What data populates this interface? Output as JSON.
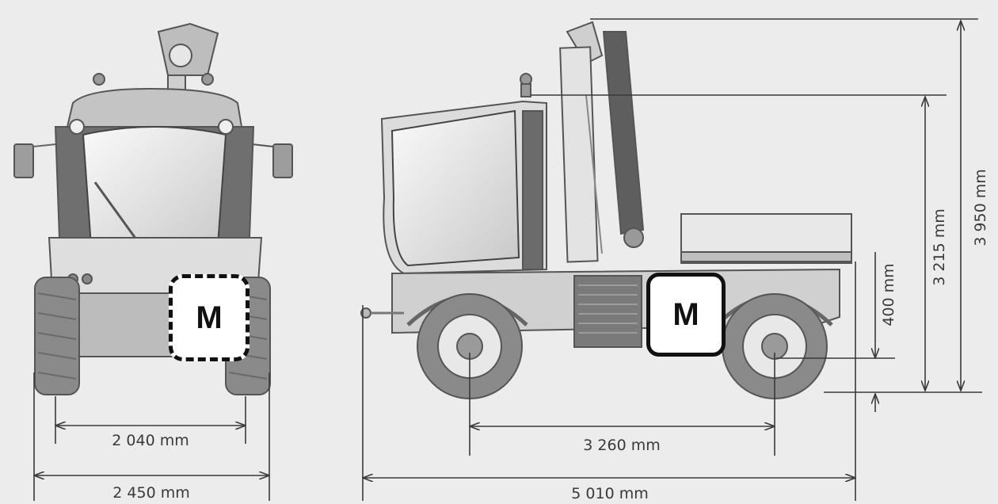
{
  "dimensions": {
    "front_track": "2 040 mm",
    "front_width": "2 450 mm",
    "wheelbase": "3 260 mm",
    "overall_length": "5 010 mm",
    "clearance": "400 mm",
    "cab_height": "3 215 mm",
    "crane_height": "3 950 mm"
  },
  "markers": {
    "front_marker": "M",
    "side_marker": "M"
  },
  "colors": {
    "background": "#ececec",
    "line": "#3a3a3a",
    "marker_border": "#111111"
  }
}
